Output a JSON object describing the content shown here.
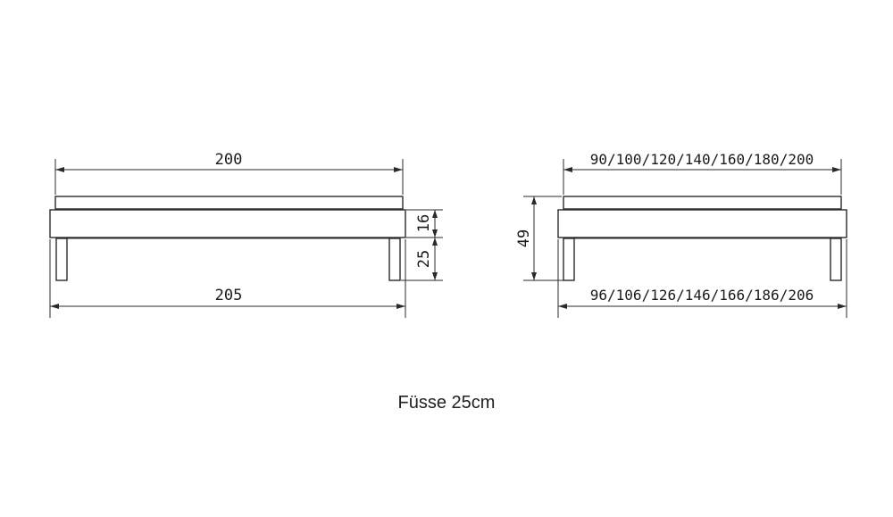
{
  "side_view": {
    "top_length": "200",
    "bottom_length": "205",
    "frame_height": "16",
    "leg_height": "25"
  },
  "front_view": {
    "mattress_widths": "90/100/120/140/160/180/200",
    "outer_widths": "96/106/126/146/166/186/206",
    "total_height": "49"
  },
  "caption": "Füsse 25cm",
  "colors": {
    "line": "#2a2a2a",
    "background": "#ffffff"
  }
}
